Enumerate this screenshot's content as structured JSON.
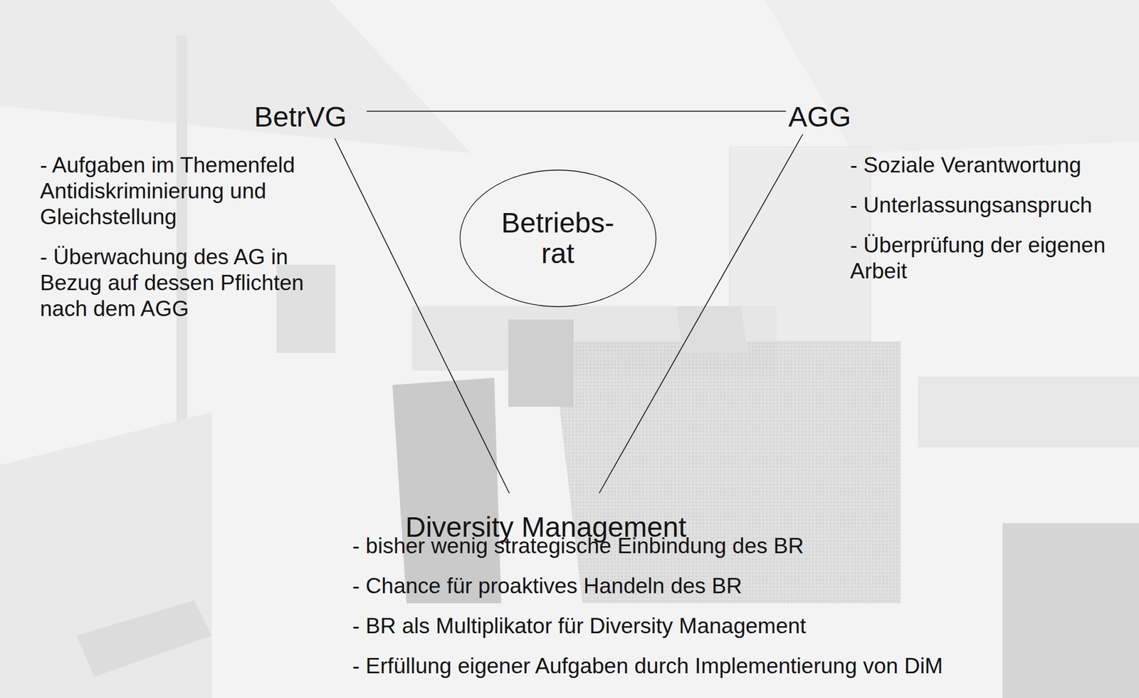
{
  "diagram": {
    "nodes": [
      {
        "text": [
          "BetrVG",
          "- Aufgaben im Themenfeld Antidiskriminierung und Gleichstellung",
          "- Überwachung des AG in Bezug auf dessen Pflichten nach dem AGG"
        ]
      },
      {
        "text": [
          "AGG",
          "- Soziale Verantwortung",
          "- Unterlassungsanspruch",
          "- Überprüfung der eigenen Arbeit"
        ]
      },
      {
        "text": [
          "Betriebs- rat"
        ]
      },
      {
        "text": [
          "Diversity Management",
          "- bisher wenig strategische Einbindung des BR",
          "- Chance für proaktives Handeln des BR",
          "- BR als Multiplikator für Diversity Management",
          "- Erfüllung eigener Aufgaben durch Implementierung von DiM"
        ]
      }
    ],
    "edges": [
      {
        "from": 0,
        "to": 1,
        "arrow": "none"
      },
      {
        "from": 0,
        "to": 3,
        "arrow": "none"
      },
      {
        "from": 1,
        "to": 3,
        "arrow": "none"
      }
    ]
  }
}
